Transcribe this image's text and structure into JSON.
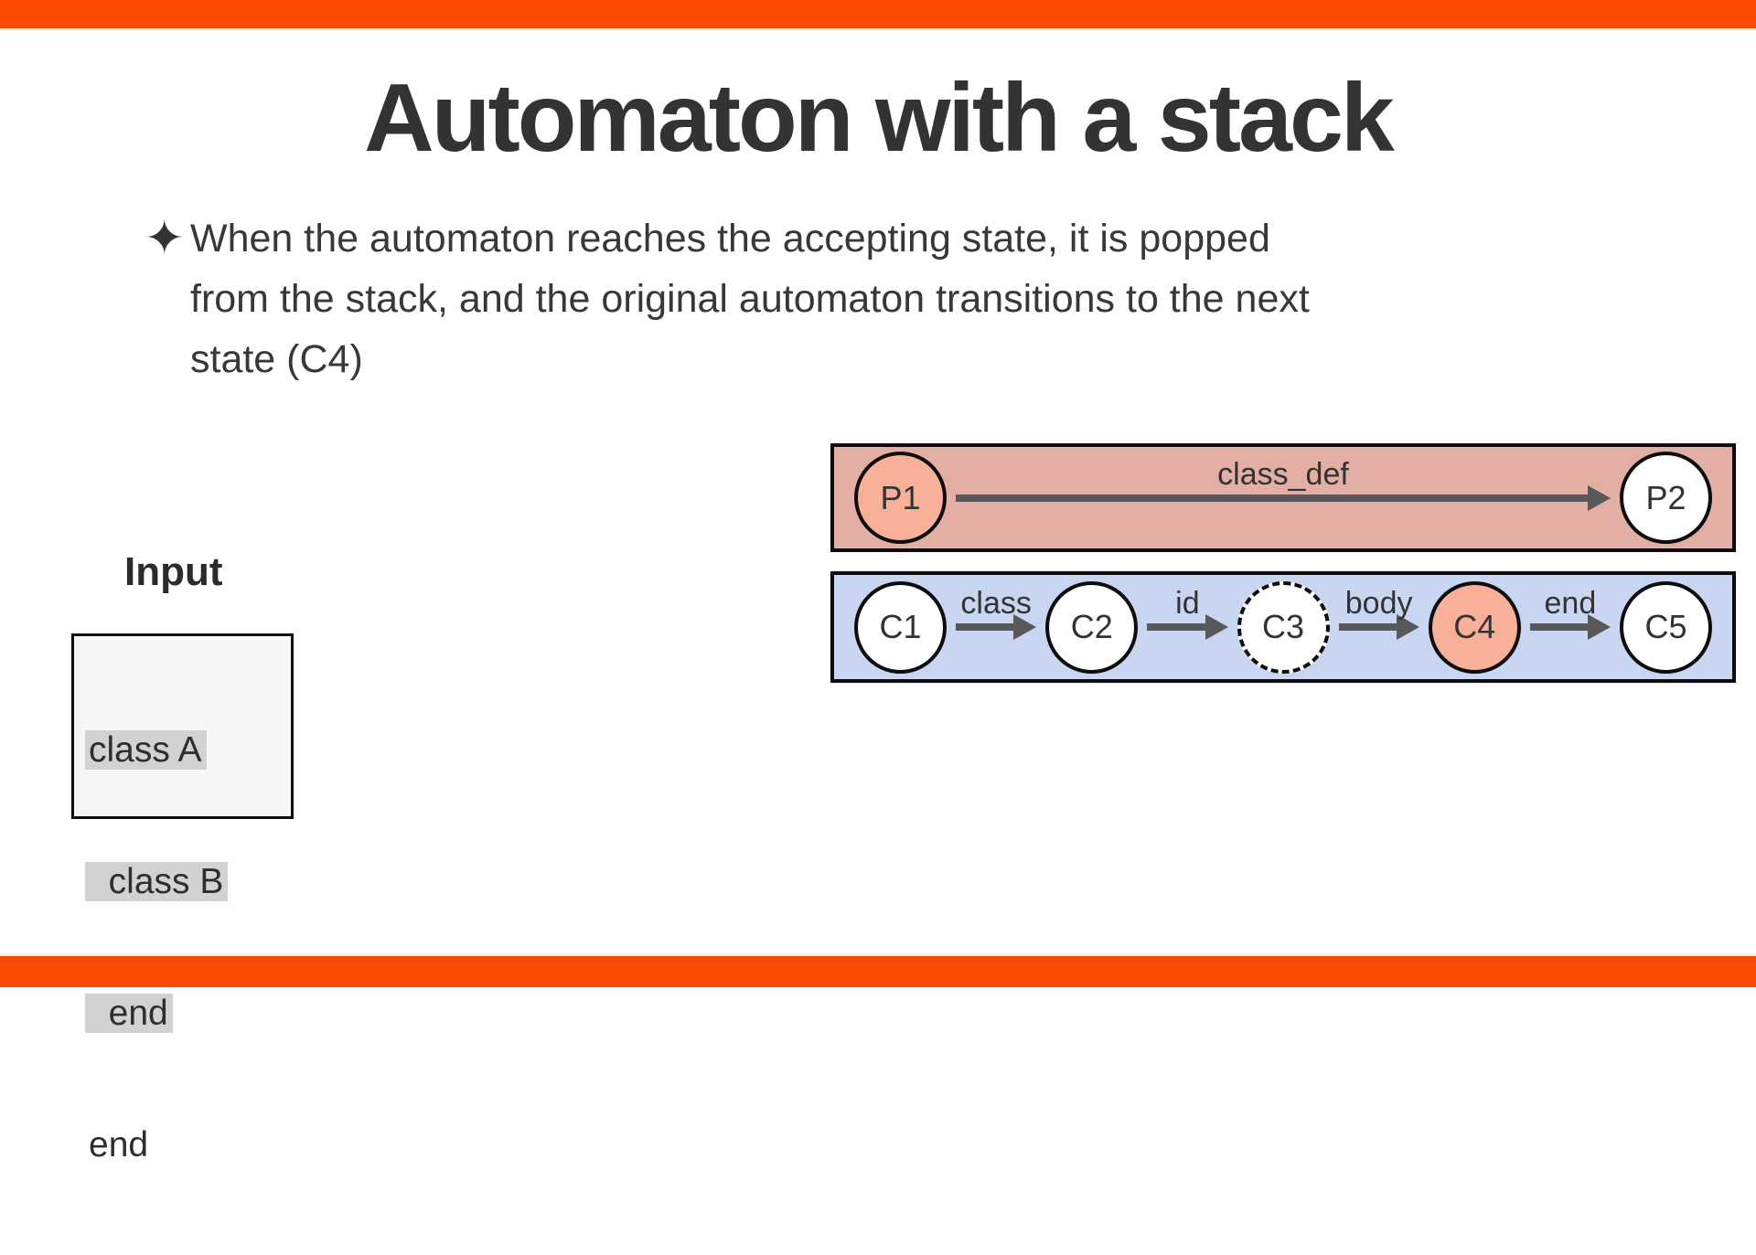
{
  "slide": {
    "title": "Automaton with a stack",
    "bullet_marker": "✦",
    "bullet_lines": [
      "When the automaton reaches the accepting state, it is popped",
      "from the stack, and the original automaton transitions to the next",
      "state (C4)"
    ]
  },
  "input_panel": {
    "label": "Input",
    "code_lines": [
      {
        "text": "class A",
        "highlighted": true
      },
      {
        "text": "  class B",
        "highlighted": true
      },
      {
        "text": "  end",
        "highlighted": true
      },
      {
        "text": "end",
        "highlighted": false
      }
    ]
  },
  "parser_automaton": {
    "states": [
      {
        "id": "P1",
        "fill": "salmon"
      },
      {
        "id": "P2",
        "fill": "white"
      }
    ],
    "transitions": [
      {
        "label": "class_def"
      }
    ]
  },
  "class_automaton": {
    "states": [
      {
        "id": "C1",
        "fill": "white",
        "border": "solid"
      },
      {
        "id": "C2",
        "fill": "white",
        "border": "solid"
      },
      {
        "id": "C3",
        "fill": "white",
        "border": "dashed"
      },
      {
        "id": "C4",
        "fill": "salmon",
        "border": "solid"
      },
      {
        "id": "C5",
        "fill": "white",
        "border": "solid"
      }
    ],
    "transitions": [
      {
        "label": "class"
      },
      {
        "label": "id"
      },
      {
        "label": "body"
      },
      {
        "label": "end"
      }
    ]
  },
  "colors": {
    "accent_bar": "#fa4b05",
    "separator": "#fdf2e2",
    "parser_box_bg": "#e3afa4",
    "class_box_bg": "#c8d6f1",
    "active_state_fill": "#f9b098",
    "state_fill": "#ffffff",
    "arrow": "#585858",
    "selection_highlight": "#d2d2d2",
    "code_box_bg": "#f6f6f6",
    "text": "#333333"
  }
}
